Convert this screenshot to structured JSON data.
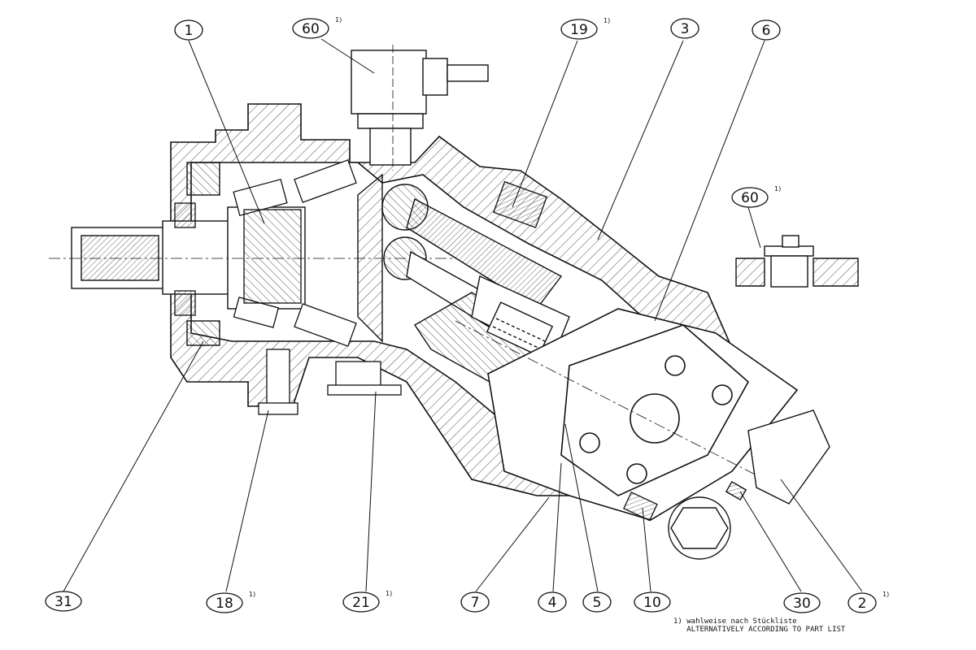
{
  "balloons": [
    {
      "id": "b1",
      "label": "1",
      "sup": ""
    },
    {
      "id": "b60a",
      "label": "60",
      "sup": "1)"
    },
    {
      "id": "b19",
      "label": "19",
      "sup": "1)"
    },
    {
      "id": "b3",
      "label": "3",
      "sup": ""
    },
    {
      "id": "b6",
      "label": "6",
      "sup": ""
    },
    {
      "id": "b60b",
      "label": "60",
      "sup": "1)"
    },
    {
      "id": "b31",
      "label": "31",
      "sup": ""
    },
    {
      "id": "b18",
      "label": "18",
      "sup": "1)"
    },
    {
      "id": "b21",
      "label": "21",
      "sup": "1)"
    },
    {
      "id": "b7",
      "label": "7",
      "sup": ""
    },
    {
      "id": "b4",
      "label": "4",
      "sup": ""
    },
    {
      "id": "b5",
      "label": "5",
      "sup": ""
    },
    {
      "id": "b10",
      "label": "10",
      "sup": ""
    },
    {
      "id": "b30",
      "label": "30",
      "sup": ""
    },
    {
      "id": "b2",
      "label": "2",
      "sup": "1)"
    }
  ],
  "footnote": {
    "line1": "1) wahlweise nach Stückliste",
    "line2": "   ALTERNATIVELY ACCORDING TO PART LIST"
  }
}
